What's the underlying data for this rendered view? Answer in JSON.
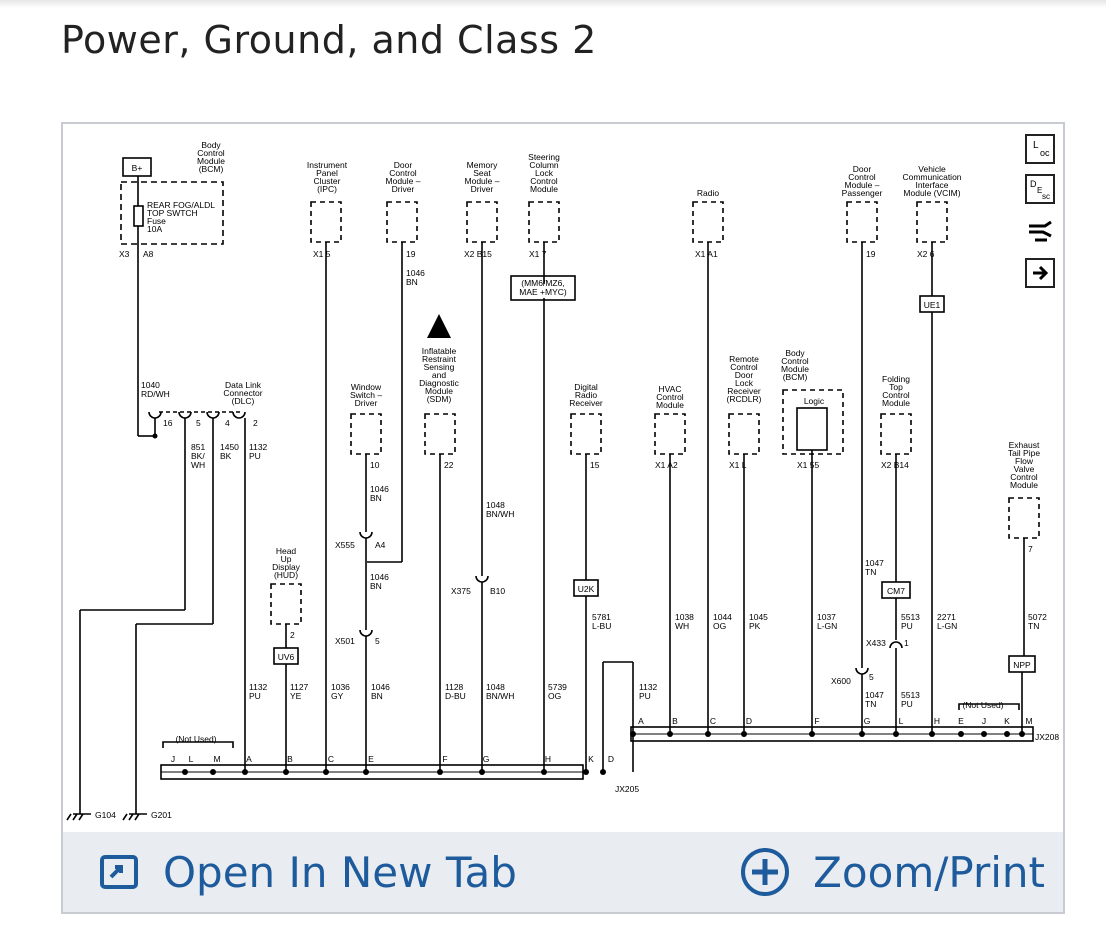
{
  "title": "Power, Ground, and Class 2",
  "footer": {
    "open_label": "Open In New Tab",
    "zoom_label": "Zoom/Print"
  },
  "side_icons": [
    "loc-icon",
    "desc-icon",
    "connector-icon",
    "next-arrow-icon"
  ],
  "diagram": {
    "bcm_top": [
      "Body",
      "Control",
      "Module",
      "(BCM)"
    ],
    "bplus": "B+",
    "fuse": [
      "REAR FOG/ALDL",
      "TOP SWTCH",
      "Fuse",
      "10A"
    ],
    "x3": "X3",
    "a8": "A8",
    "wire_1040": [
      "1040",
      "RD/WH"
    ],
    "dlc": [
      "Data Link",
      "Connector",
      "(DLC)"
    ],
    "dlc_pins": [
      "16",
      "5",
      "4",
      "2"
    ],
    "wire_851": [
      "851",
      "BK/",
      "WH"
    ],
    "wire_1450": [
      "1450",
      "BK"
    ],
    "wire_1132a": [
      "1132",
      "PU"
    ],
    "ipc": [
      "Instrument",
      "Panel",
      "Cluster",
      "(IPC)"
    ],
    "ipc_pin": [
      "X1",
      "5"
    ],
    "dcmd": [
      "Door",
      "Control",
      "Module –",
      "Driver"
    ],
    "dcmd_pin": "19",
    "wire_1046a": [
      "1046",
      "BN"
    ],
    "msm": [
      "Memory",
      "Seat",
      "Module –",
      "Driver"
    ],
    "msm_pin": [
      "X2",
      "B15"
    ],
    "sclcm": [
      "Steering",
      "Column",
      "Lock",
      "Control",
      "Module"
    ],
    "sclcm_pin": [
      "X1",
      "7"
    ],
    "option_box": [
      "(MM6/MZ6,",
      "MAE +MYC)"
    ],
    "radio": "Radio",
    "radio_pin": [
      "X1",
      "A1"
    ],
    "dcmp": [
      "Door",
      "Control",
      "Module –",
      "Passenger"
    ],
    "dcmp_pin": "19",
    "vcim": [
      "Vehicle",
      "Communication",
      "Interface",
      "Module (VCIM)"
    ],
    "vcim_pin": [
      "X2",
      "6"
    ],
    "ue1": "UE1",
    "sdm": [
      "Inflatable",
      "Restraint",
      "Sensing",
      "and",
      "Diagnostic",
      "Module",
      "(SDM)"
    ],
    "sdm_pin": "22",
    "wsd": [
      "Window",
      "Switch –",
      "Driver"
    ],
    "wsd_pin": "10",
    "wire_1046b": [
      "1046",
      "BN"
    ],
    "x555": "X555",
    "a4": "A4",
    "wire_1046c": [
      "1046",
      "BN"
    ],
    "x501": "X501",
    "x501_pin": "5",
    "hud": [
      "Head",
      "Up",
      "Display",
      "(HUD)"
    ],
    "hud_pin": "2",
    "uv6": "UV6",
    "wire_1048a": [
      "1048",
      "BN/WH"
    ],
    "x375": "X375",
    "b10": "B10",
    "drr": [
      "Digital",
      "Radio",
      "Receiver"
    ],
    "drr_pin": "15",
    "u2k": "U2K",
    "wire_5781": [
      "5781",
      "L-BU"
    ],
    "hvac": [
      "HVAC",
      "Control",
      "Module"
    ],
    "hvac_pin": [
      "X1",
      "A2"
    ],
    "rcdlr": [
      "Remote",
      "Control",
      "Door",
      "Lock",
      "Receiver",
      "(RCDLR)"
    ],
    "rcdlr_pin": [
      "X1",
      "L"
    ],
    "bcm2": [
      "Body",
      "Control",
      "Module",
      "(BCM)"
    ],
    "logic": "Logic",
    "bcm2_pin": [
      "X1",
      "55"
    ],
    "ftcm": [
      "Folding",
      "Top",
      "Control",
      "Module"
    ],
    "ftcm_pin": [
      "X2",
      "B14"
    ],
    "etpfv": [
      "Exhaust",
      "Tail Pipe",
      "Flow",
      "Valve",
      "Control",
      "Module"
    ],
    "etpfv_pin": "7",
    "wire_1047a": [
      "1047",
      "TN"
    ],
    "cm7": "CM7",
    "wire_5513a": [
      "5513",
      "PU"
    ],
    "wire_2271": [
      "2271",
      "L-GN"
    ],
    "wire_5072": [
      "5072",
      "TN"
    ],
    "x433": "X433",
    "x433_pin": "1",
    "x600": "X600",
    "x600_pin": "5",
    "npp": "NPP",
    "wire_1038": [
      "1038",
      "WH"
    ],
    "wire_1044": [
      "1044",
      "OG"
    ],
    "wire_1045": [
      "1045",
      "PK"
    ],
    "wire_1037": [
      "1037",
      "L-GN"
    ],
    "bottom_wires": [
      [
        "1132",
        "PU"
      ],
      [
        "1127",
        "YE"
      ],
      [
        "1036",
        "GY"
      ],
      [
        "1046",
        "BN"
      ],
      [
        "1128",
        "D-BU"
      ],
      [
        "1048",
        "BN/WH"
      ],
      [
        "5739",
        "OG"
      ]
    ],
    "wire_1132c": [
      "1132",
      "PU"
    ],
    "wire_1047b": [
      "1047",
      "TN"
    ],
    "wire_5513b": [
      "5513",
      "PU"
    ],
    "not_used": "(Not Used)",
    "jx205_pins": [
      "J",
      "L",
      "M",
      "A",
      "B",
      "C",
      "E",
      "F",
      "G",
      "H",
      "K",
      "D"
    ],
    "jx205": "JX205",
    "jx208_pins": [
      "A",
      "B",
      "C",
      "D",
      "F",
      "G",
      "L",
      "H",
      "E",
      "J",
      "K",
      "M"
    ],
    "jx208": "JX208",
    "g104": "G104",
    "g201": "G201"
  }
}
